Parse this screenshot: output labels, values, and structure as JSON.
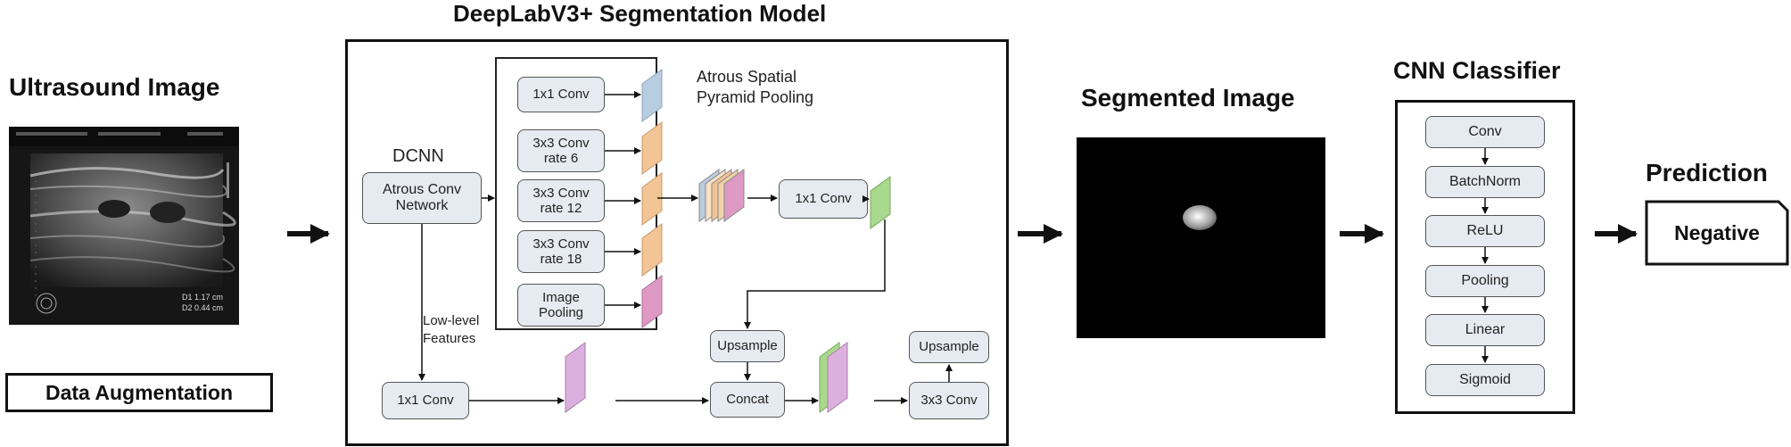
{
  "titles": {
    "ultrasound": "Ultrasound Image",
    "deeplab": "DeepLabV3+ Segmentation Model",
    "segmented": "Segmented Image",
    "cnn": "CNN Classifier",
    "prediction": "Prediction"
  },
  "augmentation": "Data Augmentation",
  "dcnn": {
    "label": "DCNN",
    "atrous_network": "Atrous Conv Network"
  },
  "aspp": {
    "title": "Atrous Spatial Pyramid Pooling",
    "branches": [
      "1x1 Conv",
      "3x3 Conv rate 6",
      "3x3 Conv rate 12",
      "3x3 Conv rate 18",
      "Image Pooling"
    ],
    "post_conv": "1x1 Conv"
  },
  "decoder": {
    "low_level": "Low-level Features",
    "low_conv": "1x1 Conv",
    "upsample_1": "Upsample",
    "concat": "Concat",
    "conv3": "3x3 Conv",
    "upsample_2": "Upsample"
  },
  "classifier_layers": [
    "Conv",
    "BatchNorm",
    "ReLU",
    "Pooling",
    "Linear",
    "Sigmoid"
  ],
  "prediction_value": "Negative",
  "ultrasound_overlay": {
    "meas_1": "D1  1.17 cm",
    "meas_2": "D2  0.44 cm"
  },
  "colors": {
    "box_fill": "#e6ebf1",
    "feat_blue": "#b9cde0",
    "feat_orange": "#f2c496",
    "feat_pink": "#de9ac4",
    "feat_green": "#a8d98c",
    "feat_purple": "#dcb0de"
  }
}
